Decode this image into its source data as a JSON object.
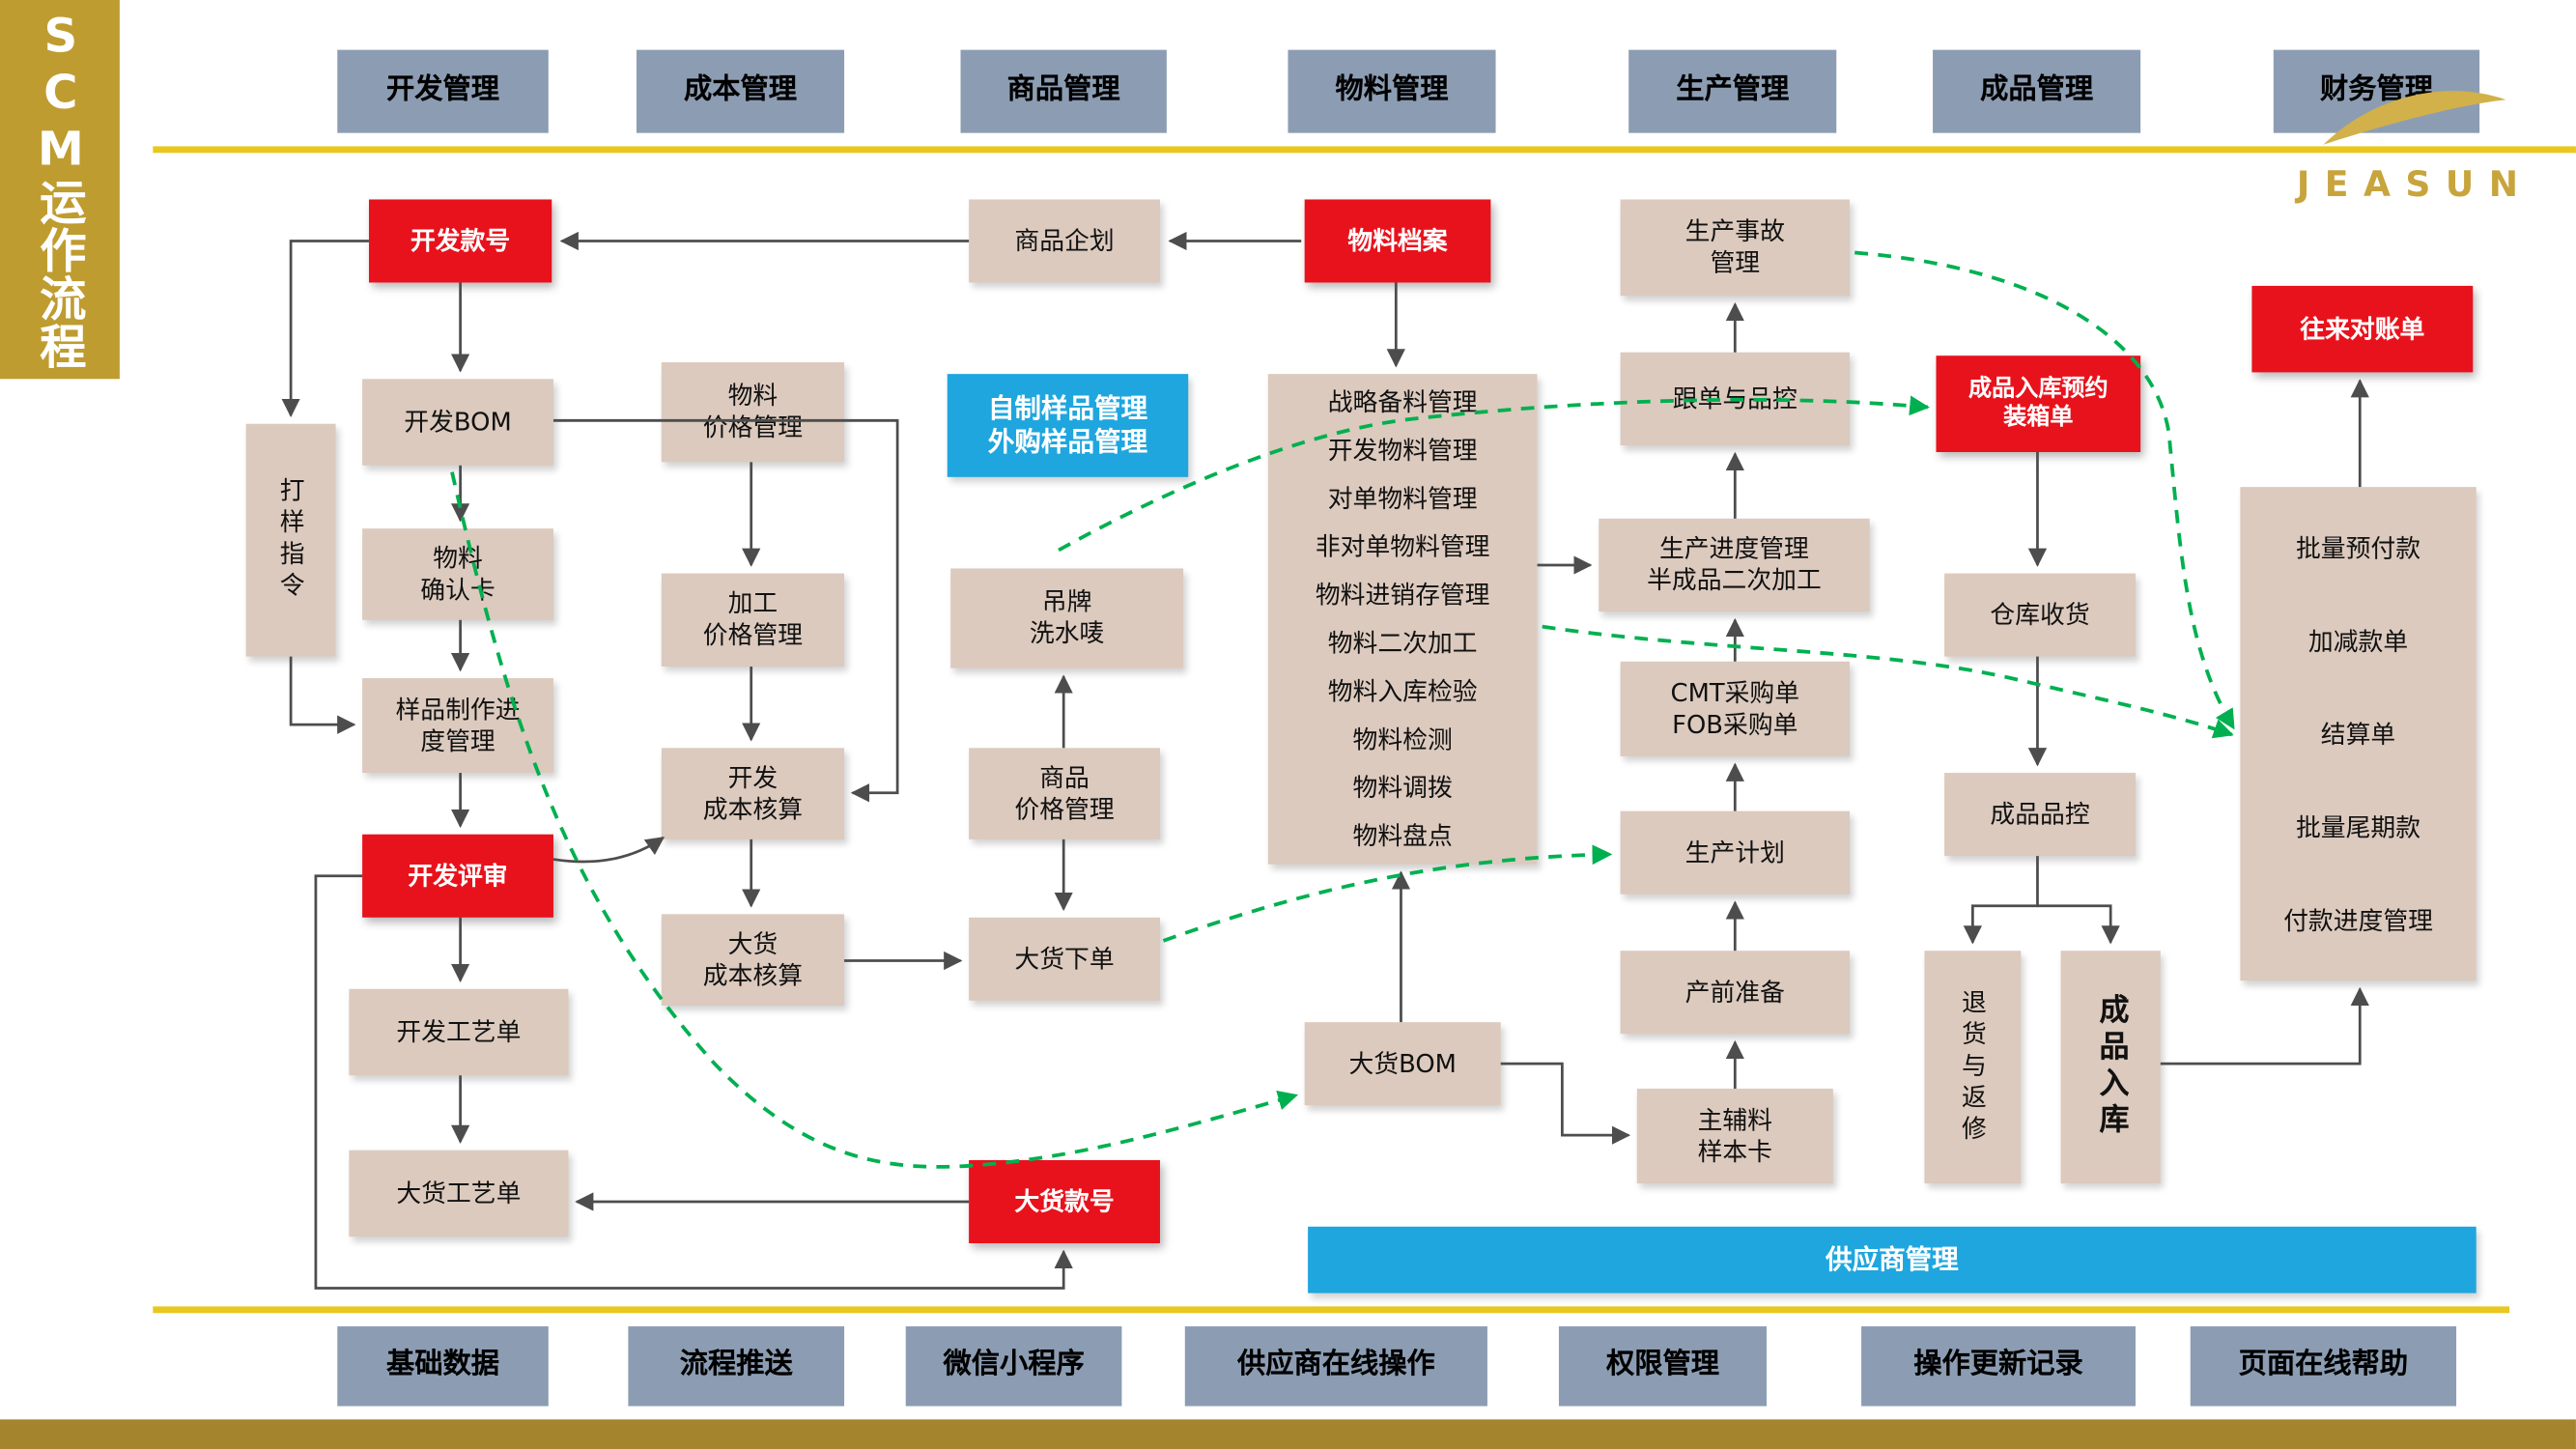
{
  "banner": {
    "title": "SCM运作流程"
  },
  "logo": {
    "brand": "JEASUN"
  },
  "top_modules": [
    "开发管理",
    "成本管理",
    "商品管理",
    "物料管理",
    "生产管理",
    "成品管理",
    "财务管理"
  ],
  "bottom_modules": [
    "基础数据",
    "流程推送",
    "微信小程序",
    "供应商在线操作",
    "权限管理",
    "操作更新记录",
    "页面在线帮助"
  ],
  "nodes": {
    "dev_style_no": "开发款号",
    "product_planning": "商品企划",
    "material_archive": "物料档案",
    "production_accident": "生产事故\n管理",
    "reconciliation": "往来对账单",
    "dev_bom": "开发BOM",
    "material_price": "物料\n价格管理",
    "sample_mgmt": "自制样品管理\n外购样品管理",
    "follow_up_qc": "跟单与品控",
    "fg_inbound_booking": "成品入库预约\n装箱单",
    "sampling_order": "打样指令",
    "material_confirm_card": "物料\n确认卡",
    "processing_price": "加工\n价格管理",
    "hangtag_label": "吊牌\n洗水唛",
    "material_functions": [
      "战略备料管理",
      "开发物料管理",
      "对单物料管理",
      "非对单物料管理",
      "物料进销存管理",
      "物料二次加工",
      "物料入库检验",
      "物料检测",
      "物料调拨",
      "物料盘点"
    ],
    "production_progress": "生产进度管理\n半成品二次加工",
    "warehouse_receiving": "仓库收货",
    "payment_functions": [
      "批量预付款",
      "加减款单",
      "结算单",
      "批量尾期款",
      "付款进度管理"
    ],
    "sample_progress": "样品制作进\n度管理",
    "dev_costing": "开发\n成本核算",
    "product_price": "商品\n价格管理",
    "cmt_fob_po": "CMT采购单\nFOB采购单",
    "dev_review": "开发评审",
    "production_plan": "生产计划",
    "fg_qc": "成品品控",
    "bulk_costing": "大货\n成本核算",
    "bulk_order": "大货下单",
    "dev_process_sheet": "开发工艺单",
    "pre_production": "产前准备",
    "returns_repair": "退货与返修",
    "fg_inbound": "成品入库",
    "bulk_bom": "大货BOM",
    "material_sample_card": "主辅料\n样本卡",
    "bulk_process_sheet": "大货工艺单",
    "bulk_style_no": "大货款号",
    "supplier_mgmt": "供应商管理"
  },
  "colors": {
    "red": "#e8121c",
    "tan": "#dccabe",
    "blue": "#1fa6df",
    "gray": "#8c9db3",
    "gold_line": "#e9c71f",
    "banner_gold": "#bf9c30",
    "bottom_bar": "#a5842e",
    "green_dashed": "#00b050",
    "arrow": "#4d4d4d",
    "logo_gold": "#c8a43c"
  }
}
